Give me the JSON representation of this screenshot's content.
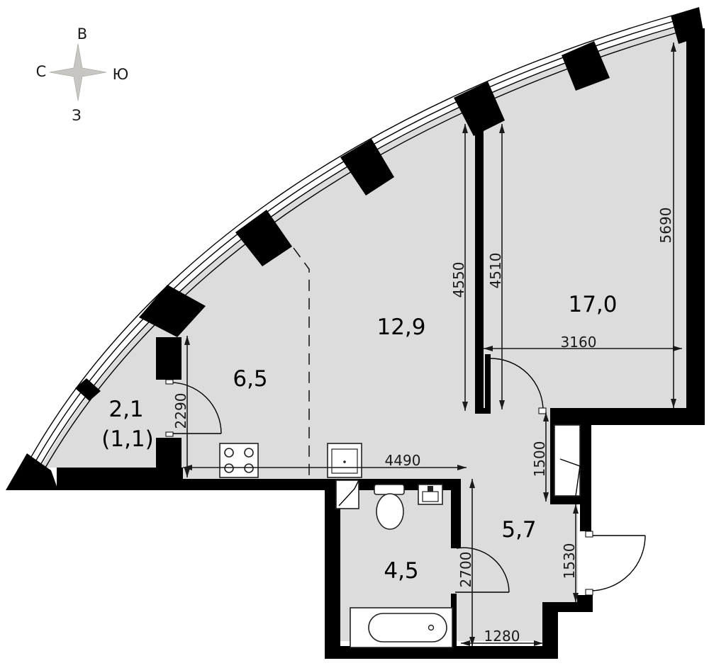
{
  "compass": {
    "north": "В",
    "west": "С",
    "east": "Ю",
    "south": "З",
    "colors": {
      "star": "#c8c6c2"
    }
  },
  "rooms": [
    {
      "id": "room-living",
      "area": "12,9"
    },
    {
      "id": "room-bedroom",
      "area": "17,0"
    },
    {
      "id": "room-kitchen",
      "area": "6,5"
    },
    {
      "id": "room-balcony",
      "area": "2,1",
      "area_reduced": "(1,1)"
    },
    {
      "id": "room-hall",
      "area": "5,7"
    },
    {
      "id": "room-bathroom",
      "area": "4,5"
    }
  ],
  "dimensions": {
    "d4550": "4550",
    "d4510": "4510",
    "d5690": "5690",
    "d3160": "3160",
    "d2290": "2290",
    "d4490": "4490",
    "d1500": "1500",
    "d1530": "1530",
    "d2700": "2700",
    "d1280": "1280"
  },
  "colors": {
    "floor": "#dcdcdc",
    "wall": "#000000",
    "dimension": "#1a1a1a"
  }
}
